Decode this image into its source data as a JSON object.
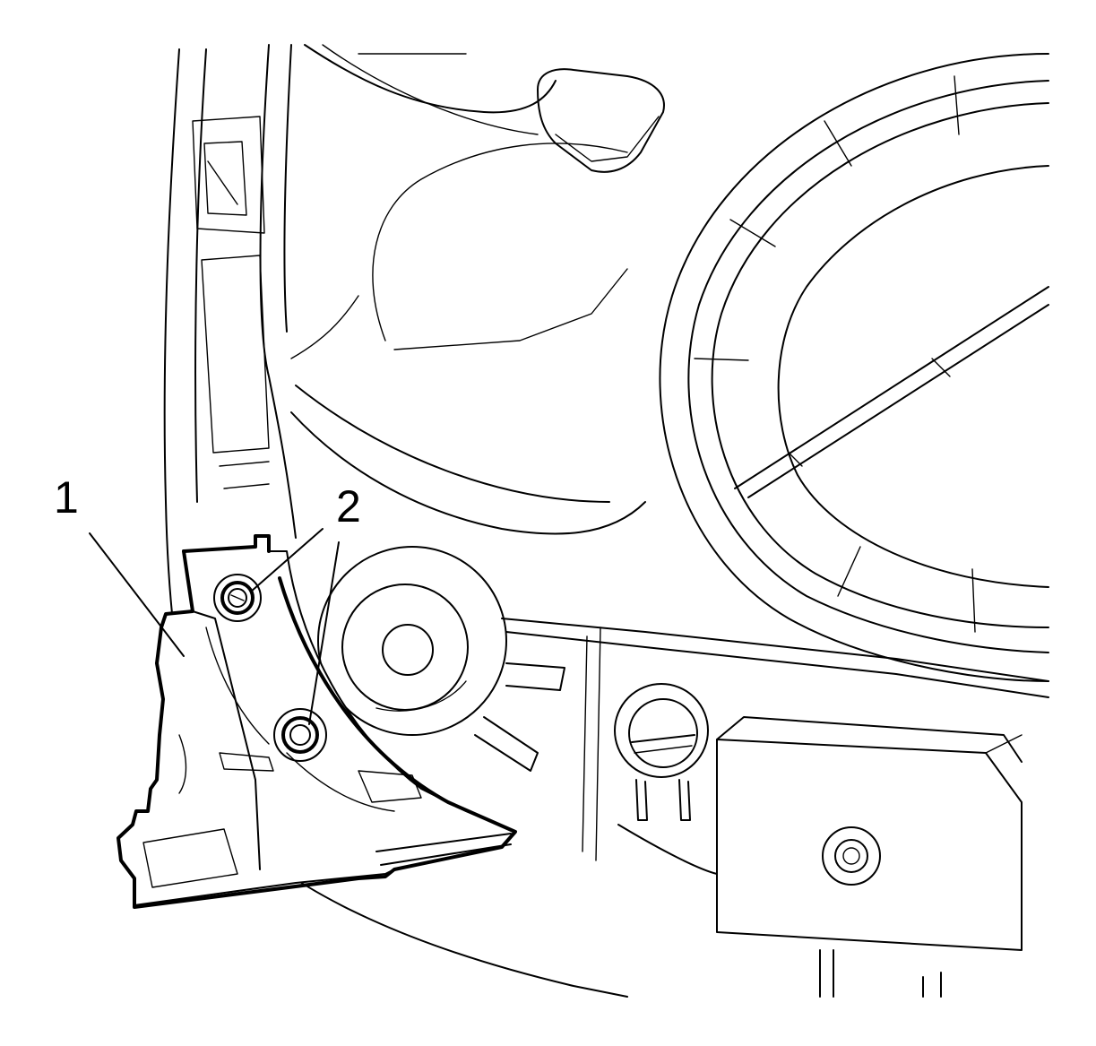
{
  "callouts": [
    {
      "id": "1",
      "label": "1",
      "target": "trim-panel-bracket"
    },
    {
      "id": "2",
      "label": "2",
      "target": "fasteners"
    }
  ]
}
